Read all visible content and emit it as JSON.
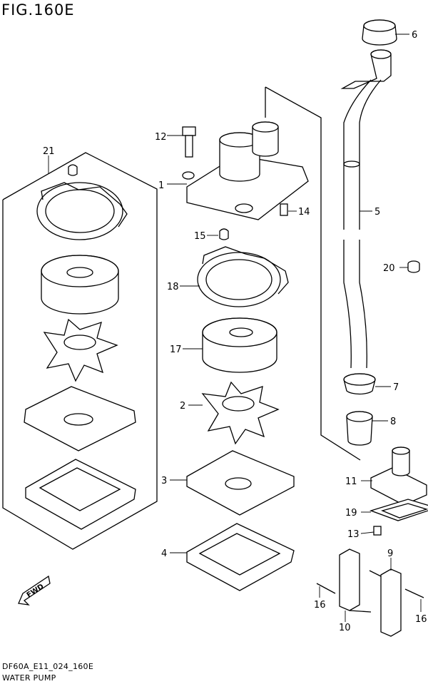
{
  "figure": {
    "title": "FIG.160E",
    "code": "DF60A_E11_024_160E",
    "name": "WATER PUMP",
    "fwd_label": "FWD"
  },
  "callouts": [
    {
      "id": "c1",
      "label": "1"
    },
    {
      "id": "c2",
      "label": "2"
    },
    {
      "id": "c3",
      "label": "3"
    },
    {
      "id": "c4",
      "label": "4"
    },
    {
      "id": "c5",
      "label": "5"
    },
    {
      "id": "c6",
      "label": "6"
    },
    {
      "id": "c7",
      "label": "7"
    },
    {
      "id": "c8",
      "label": "8"
    },
    {
      "id": "c9",
      "label": "9"
    },
    {
      "id": "c10",
      "label": "10"
    },
    {
      "id": "c11",
      "label": "11"
    },
    {
      "id": "c12",
      "label": "12"
    },
    {
      "id": "c13",
      "label": "13"
    },
    {
      "id": "c14",
      "label": "14"
    },
    {
      "id": "c15",
      "label": "15"
    },
    {
      "id": "c16a",
      "label": "16"
    },
    {
      "id": "c16b",
      "label": "16"
    },
    {
      "id": "c17",
      "label": "17"
    },
    {
      "id": "c18",
      "label": "18"
    },
    {
      "id": "c19",
      "label": "19"
    },
    {
      "id": "c20",
      "label": "20"
    },
    {
      "id": "c21",
      "label": "21"
    }
  ]
}
